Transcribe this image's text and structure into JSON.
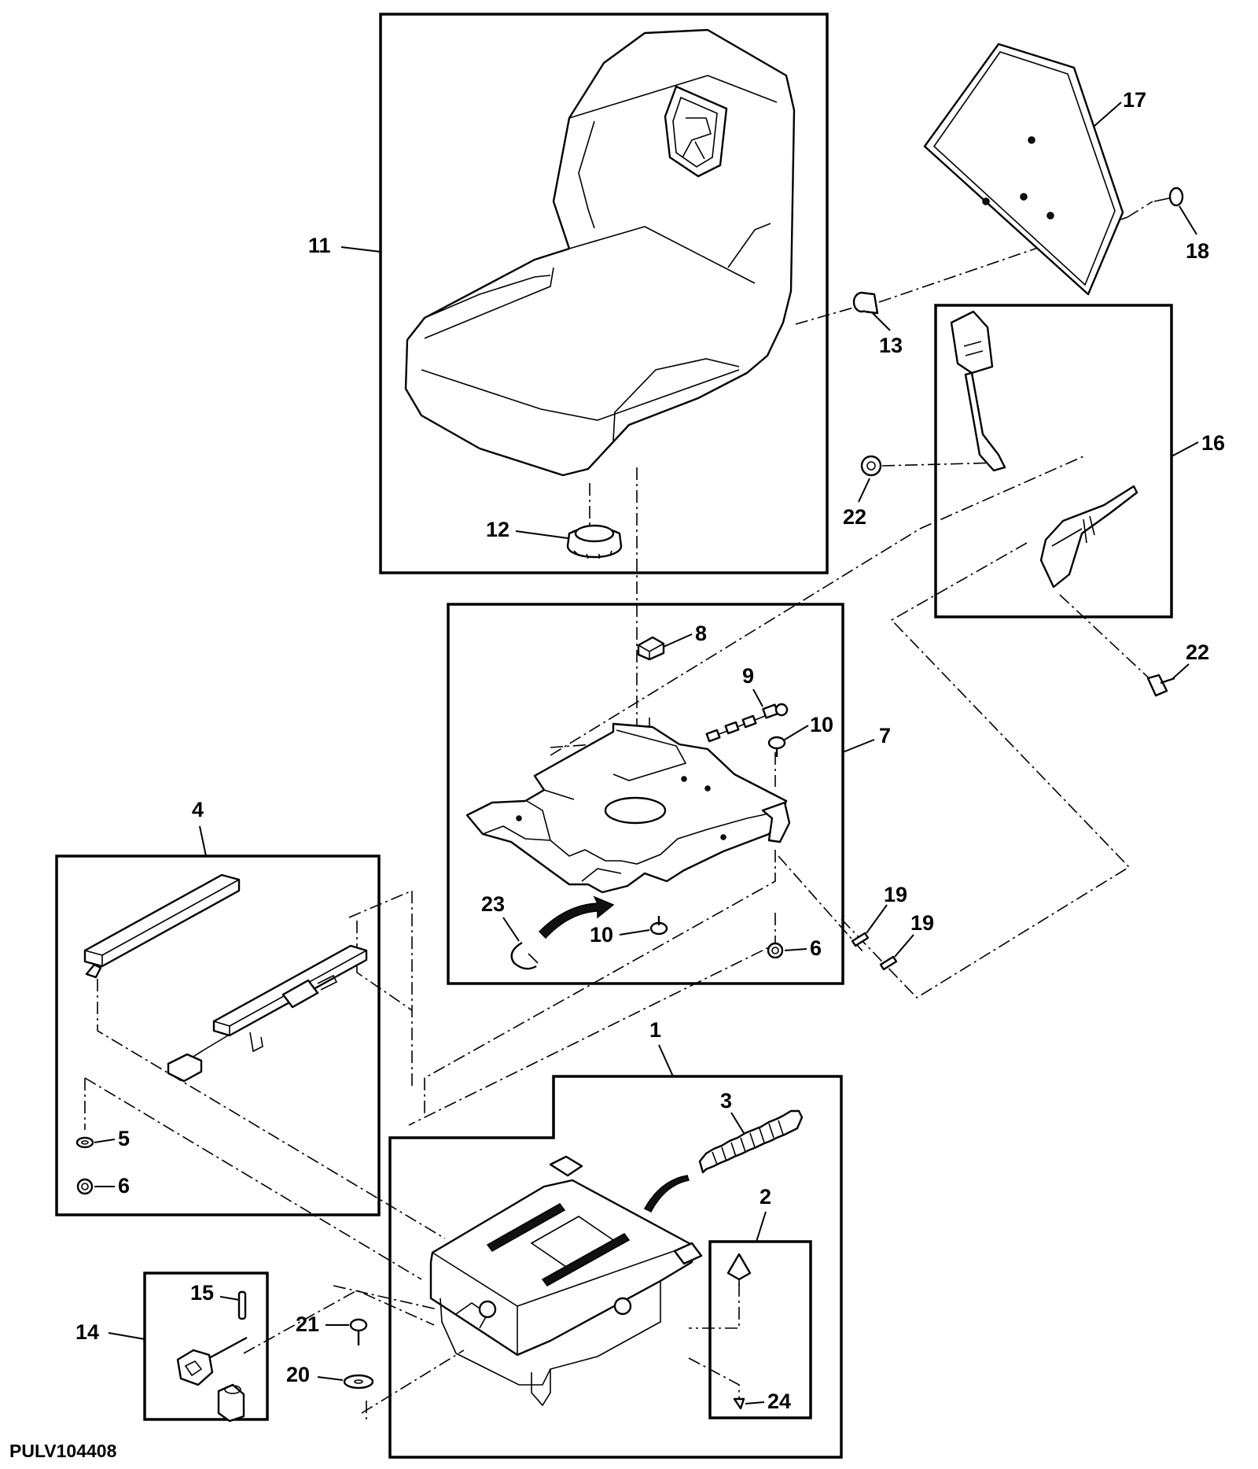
{
  "figure_id": "PULV104408",
  "callouts": {
    "c1": "1",
    "c2": "2",
    "c3": "3",
    "c4": "4",
    "c5": "5",
    "c6a": "6",
    "c6b": "6",
    "c7": "7",
    "c8": "8",
    "c9": "9",
    "c10a": "10",
    "c10b": "10",
    "c11": "11",
    "c12": "12",
    "c13": "13",
    "c14": "14",
    "c15": "15",
    "c16": "16",
    "c17": "17",
    "c18": "18",
    "c19a": "19",
    "c19b": "19",
    "c20": "20",
    "c21": "21",
    "c22a": "22",
    "c22b": "22",
    "c23": "23",
    "c24": "24"
  }
}
